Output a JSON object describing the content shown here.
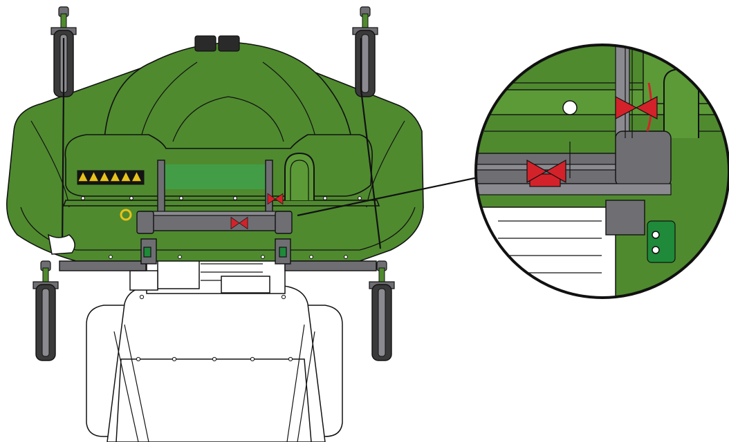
{
  "colors": {
    "deck_green": "#4f8a2f",
    "deck_green_light": "#5c9a38",
    "deck_highlight": "#3fa04a",
    "outline": "#111111",
    "frame_gray": "#6e6e73",
    "frame_gray_light": "#8a8a90",
    "marker_red": "#d4222a",
    "decal_yellow": "#e8c21a",
    "decal_black": "#141414",
    "body_white": "#ffffff",
    "fitting_green": "#1f8a3a"
  },
  "diagram": {
    "subject": "mower-deck-top-view",
    "detail_view": "magnified-latch-detail",
    "markers": [
      {
        "id": "deck-latch-marker"
      },
      {
        "id": "deck-lift-marker"
      },
      {
        "id": "detail-latch-marker-upper"
      },
      {
        "id": "detail-latch-marker-lower"
      }
    ],
    "decal_icon_count": 6
  }
}
